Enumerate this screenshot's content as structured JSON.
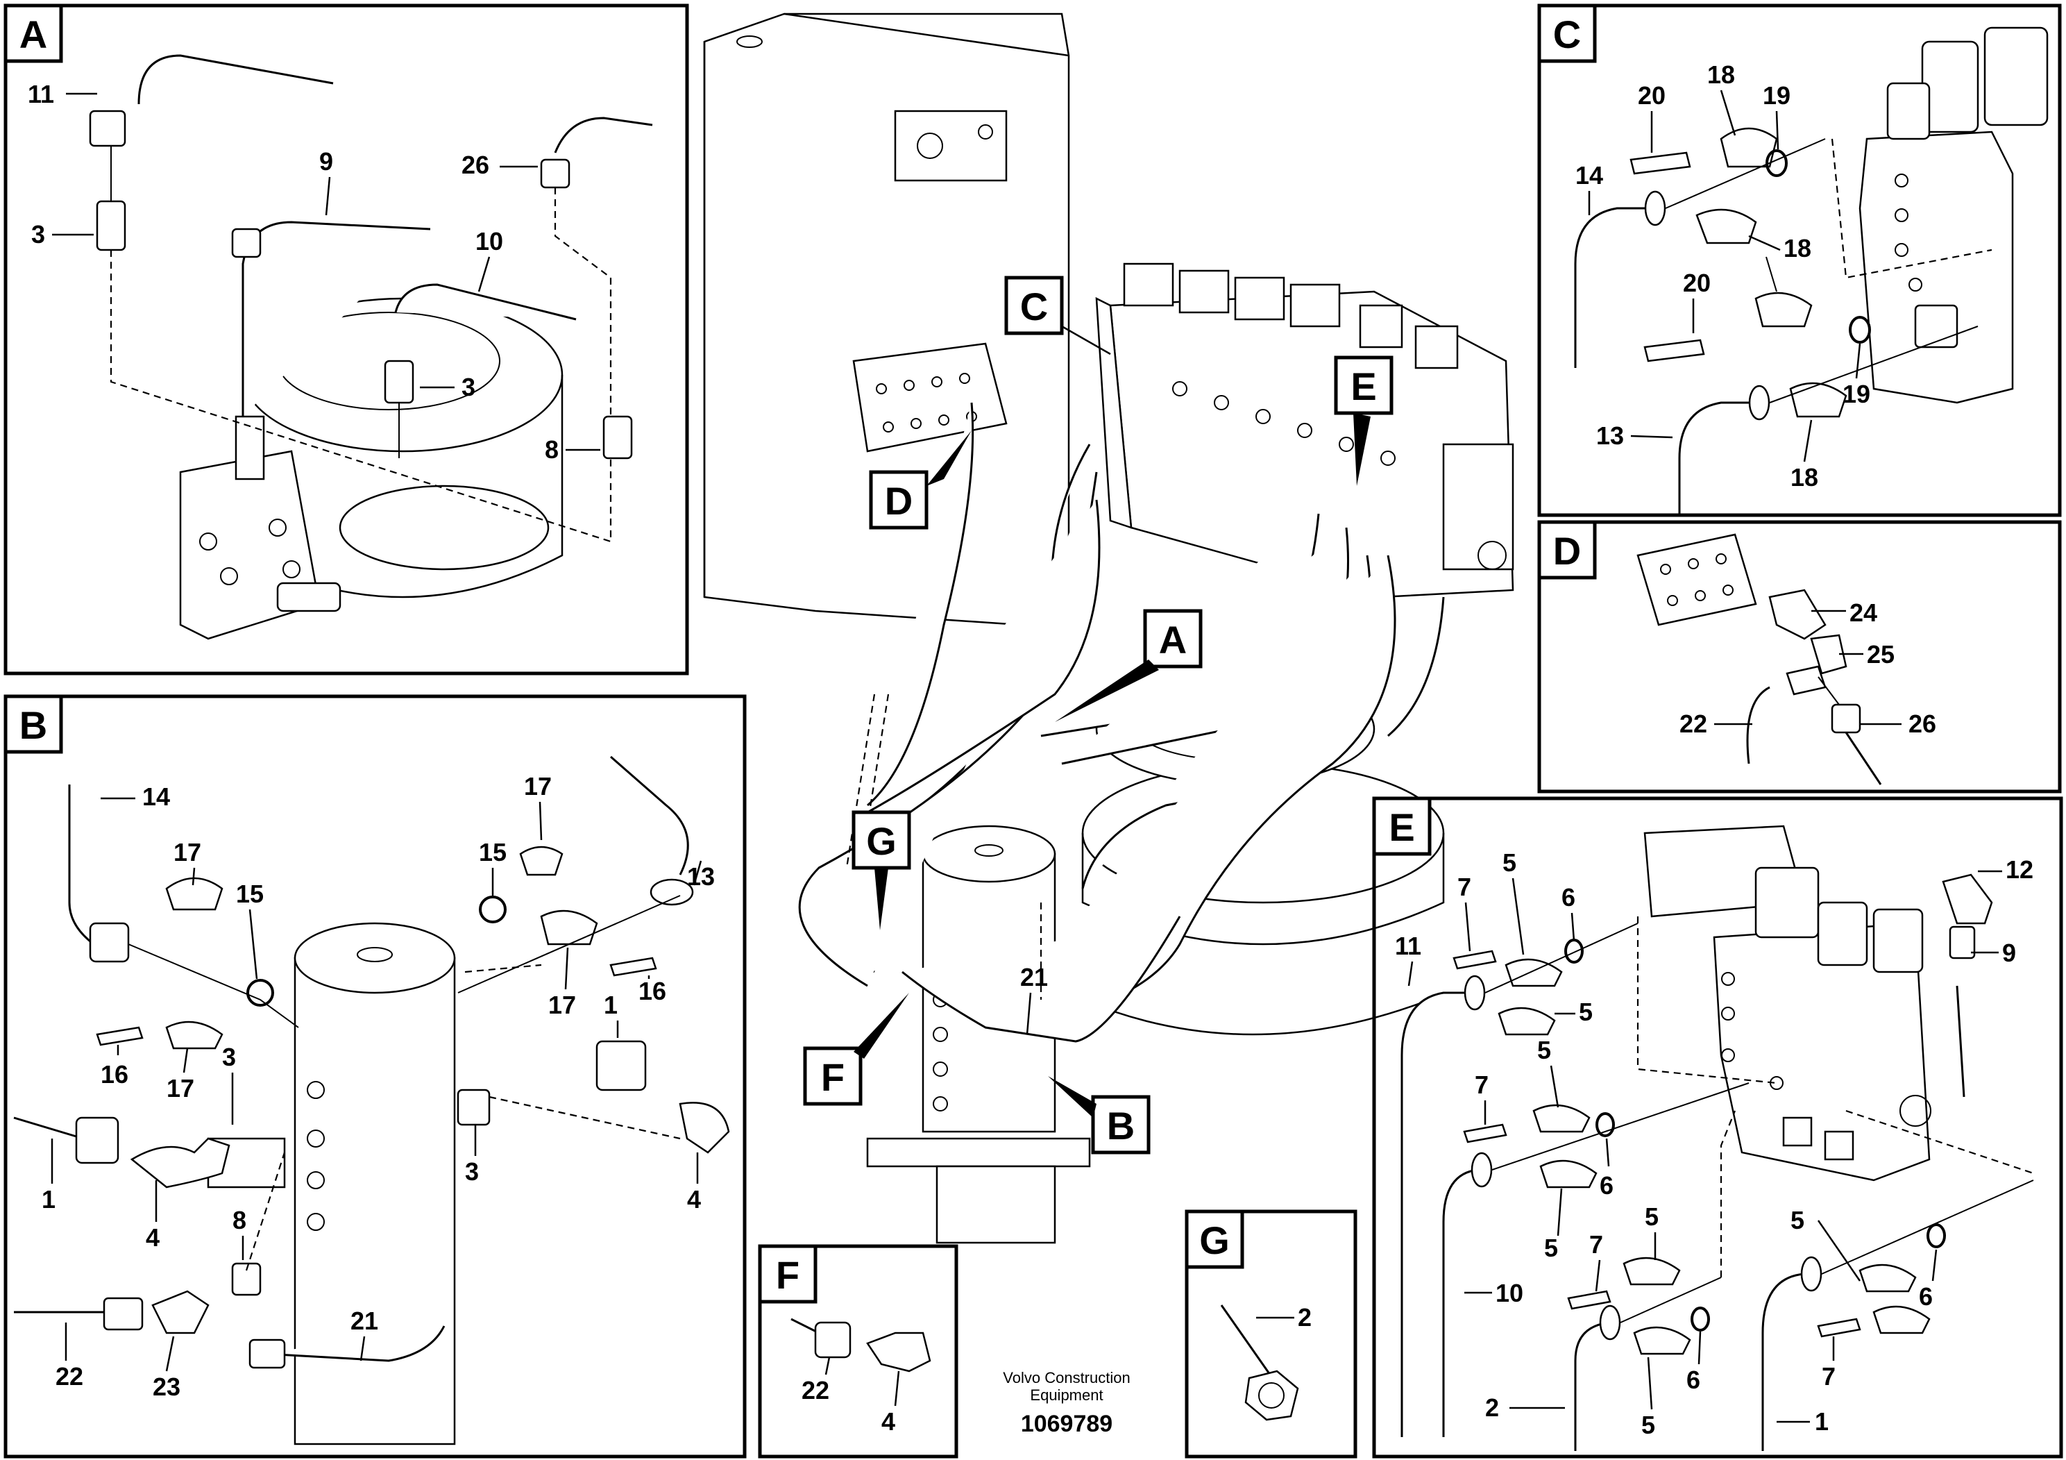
{
  "views": {
    "A": {
      "letter": "A",
      "parts": [
        "11",
        "9",
        "26",
        "3",
        "10",
        "3",
        "8"
      ]
    },
    "B": {
      "letter": "B",
      "parts": [
        "14",
        "17",
        "15",
        "17",
        "15",
        "13",
        "16",
        "17",
        "3",
        "16",
        "17",
        "1",
        "1",
        "4",
        "8",
        "3",
        "4",
        "22",
        "23",
        "21"
      ]
    },
    "C": {
      "letter": "C",
      "parts": [
        "18",
        "20",
        "19",
        "14",
        "18",
        "20",
        "19",
        "13",
        "18"
      ]
    },
    "D": {
      "letter": "D",
      "parts": [
        "24",
        "25",
        "22",
        "26"
      ]
    },
    "E": {
      "letter": "E",
      "parts": [
        "7",
        "5",
        "6",
        "12",
        "11",
        "5",
        "9",
        "5",
        "7",
        "6",
        "5",
        "5",
        "10",
        "7",
        "6",
        "5",
        "6",
        "7",
        "2",
        "5",
        "1"
      ]
    },
    "F": {
      "letter": "F",
      "parts": [
        "22",
        "4"
      ]
    },
    "G": {
      "letter": "G",
      "parts": [
        "2"
      ]
    }
  },
  "main": {
    "callouts": [
      "C",
      "D",
      "E",
      "A",
      "G",
      "F",
      "B"
    ],
    "parts": [
      "21"
    ]
  },
  "footer": {
    "company_line1": "Volvo Construction",
    "company_line2": "Equipment",
    "doc_number": "1069789"
  }
}
